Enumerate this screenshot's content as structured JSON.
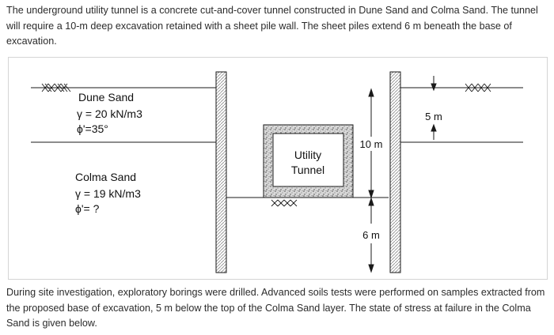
{
  "text": {
    "intro": "The underground utility tunnel is a concrete cut-and-cover tunnel constructed in Dune Sand and Colma Sand. The tunnel will require a 10-m deep excavation retained with a sheet pile wall. The sheet piles extend 6 m beneath the base of excavation.",
    "followup": "During site investigation, exploratory borings were drilled. Advanced soils tests were performed on samples extracted from the proposed base of excavation, 5 m below the top of the Colma Sand layer. The state of stress at failure in the Colma Sand is given below."
  },
  "diagram": {
    "dune_sand": {
      "name": "Dune Sand",
      "unit_weight": "γ = 20 kN/m3",
      "friction_angle": "ϕ'=35°"
    },
    "colma_sand": {
      "name": "Colma Sand",
      "unit_weight": "γ = 19 kN/m3",
      "friction_angle": "ϕ'= ?"
    },
    "tunnel_label_line1": "Utility",
    "tunnel_label_line2": "Tunnel",
    "dimensions": {
      "excavation_depth": "10 m",
      "embedment": "6 m",
      "dune_thickness": "5 m"
    },
    "colors": {
      "line": "#1a1a1a",
      "hatch": "#8a8a8a",
      "concrete": "#9a9a9a"
    }
  }
}
